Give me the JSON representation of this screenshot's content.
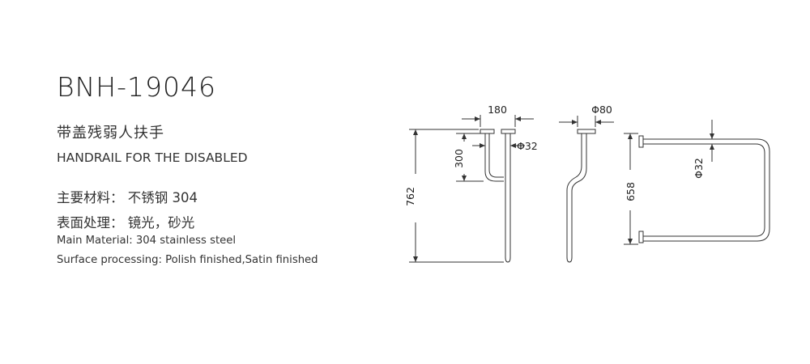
{
  "product": {
    "model": "BNH-19046",
    "name_cn": "带盖残弱人扶手",
    "name_en": "HANDRAIL FOR THE DISABLED",
    "material_cn": "主要材料： 不锈钢 304",
    "surface_cn": "表面处理： 镜光，砂光",
    "material_en": "Main Material: 304 stainless steel",
    "surface_en": "Surface processing: Polish finished,Satin finished"
  },
  "dimensions": {
    "front_width": "180",
    "pipe_diameter_front": "Φ32",
    "upper_height": "300",
    "total_height": "762",
    "flange_diameter": "Φ80",
    "top_length": "658",
    "pipe_diameter_top": "Φ32"
  },
  "colors": {
    "line": "#333333",
    "text": "#2b2b2b",
    "background": "#ffffff"
  }
}
